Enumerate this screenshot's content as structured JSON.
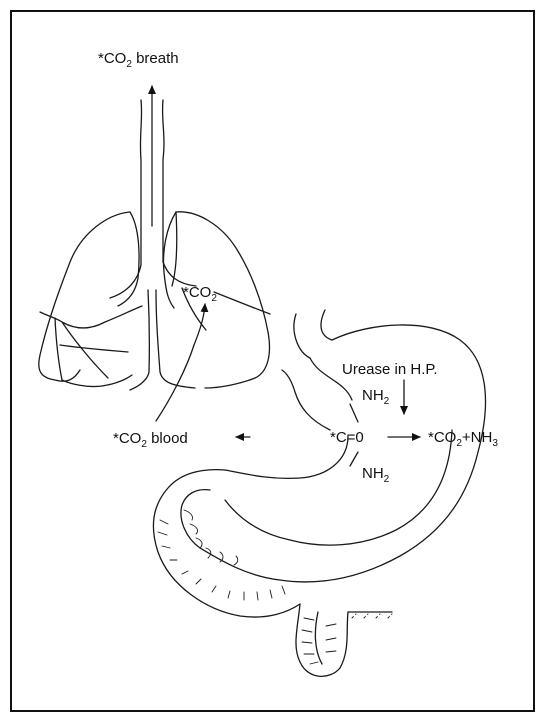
{
  "labels": {
    "co2_breath": {
      "star": "*",
      "base": "CO",
      "sub": "2",
      "suffix": " breath"
    },
    "co2_lung": {
      "star": "*",
      "base": "CO",
      "sub": "2"
    },
    "co2_blood": {
      "star": "*",
      "base": "CO",
      "sub": "2",
      "suffix": " blood"
    },
    "urease": "Urease in H.P.",
    "urea_top": {
      "base": "NH",
      "sub": "2"
    },
    "urea_center": "*C=0",
    "urea_bottom": {
      "base": "NH",
      "sub": "2"
    },
    "products": {
      "star": "*",
      "co": "CO",
      "co_sub": "2",
      "plus": "+",
      "nh": "NH",
      "nh_sub": "3"
    }
  }
}
